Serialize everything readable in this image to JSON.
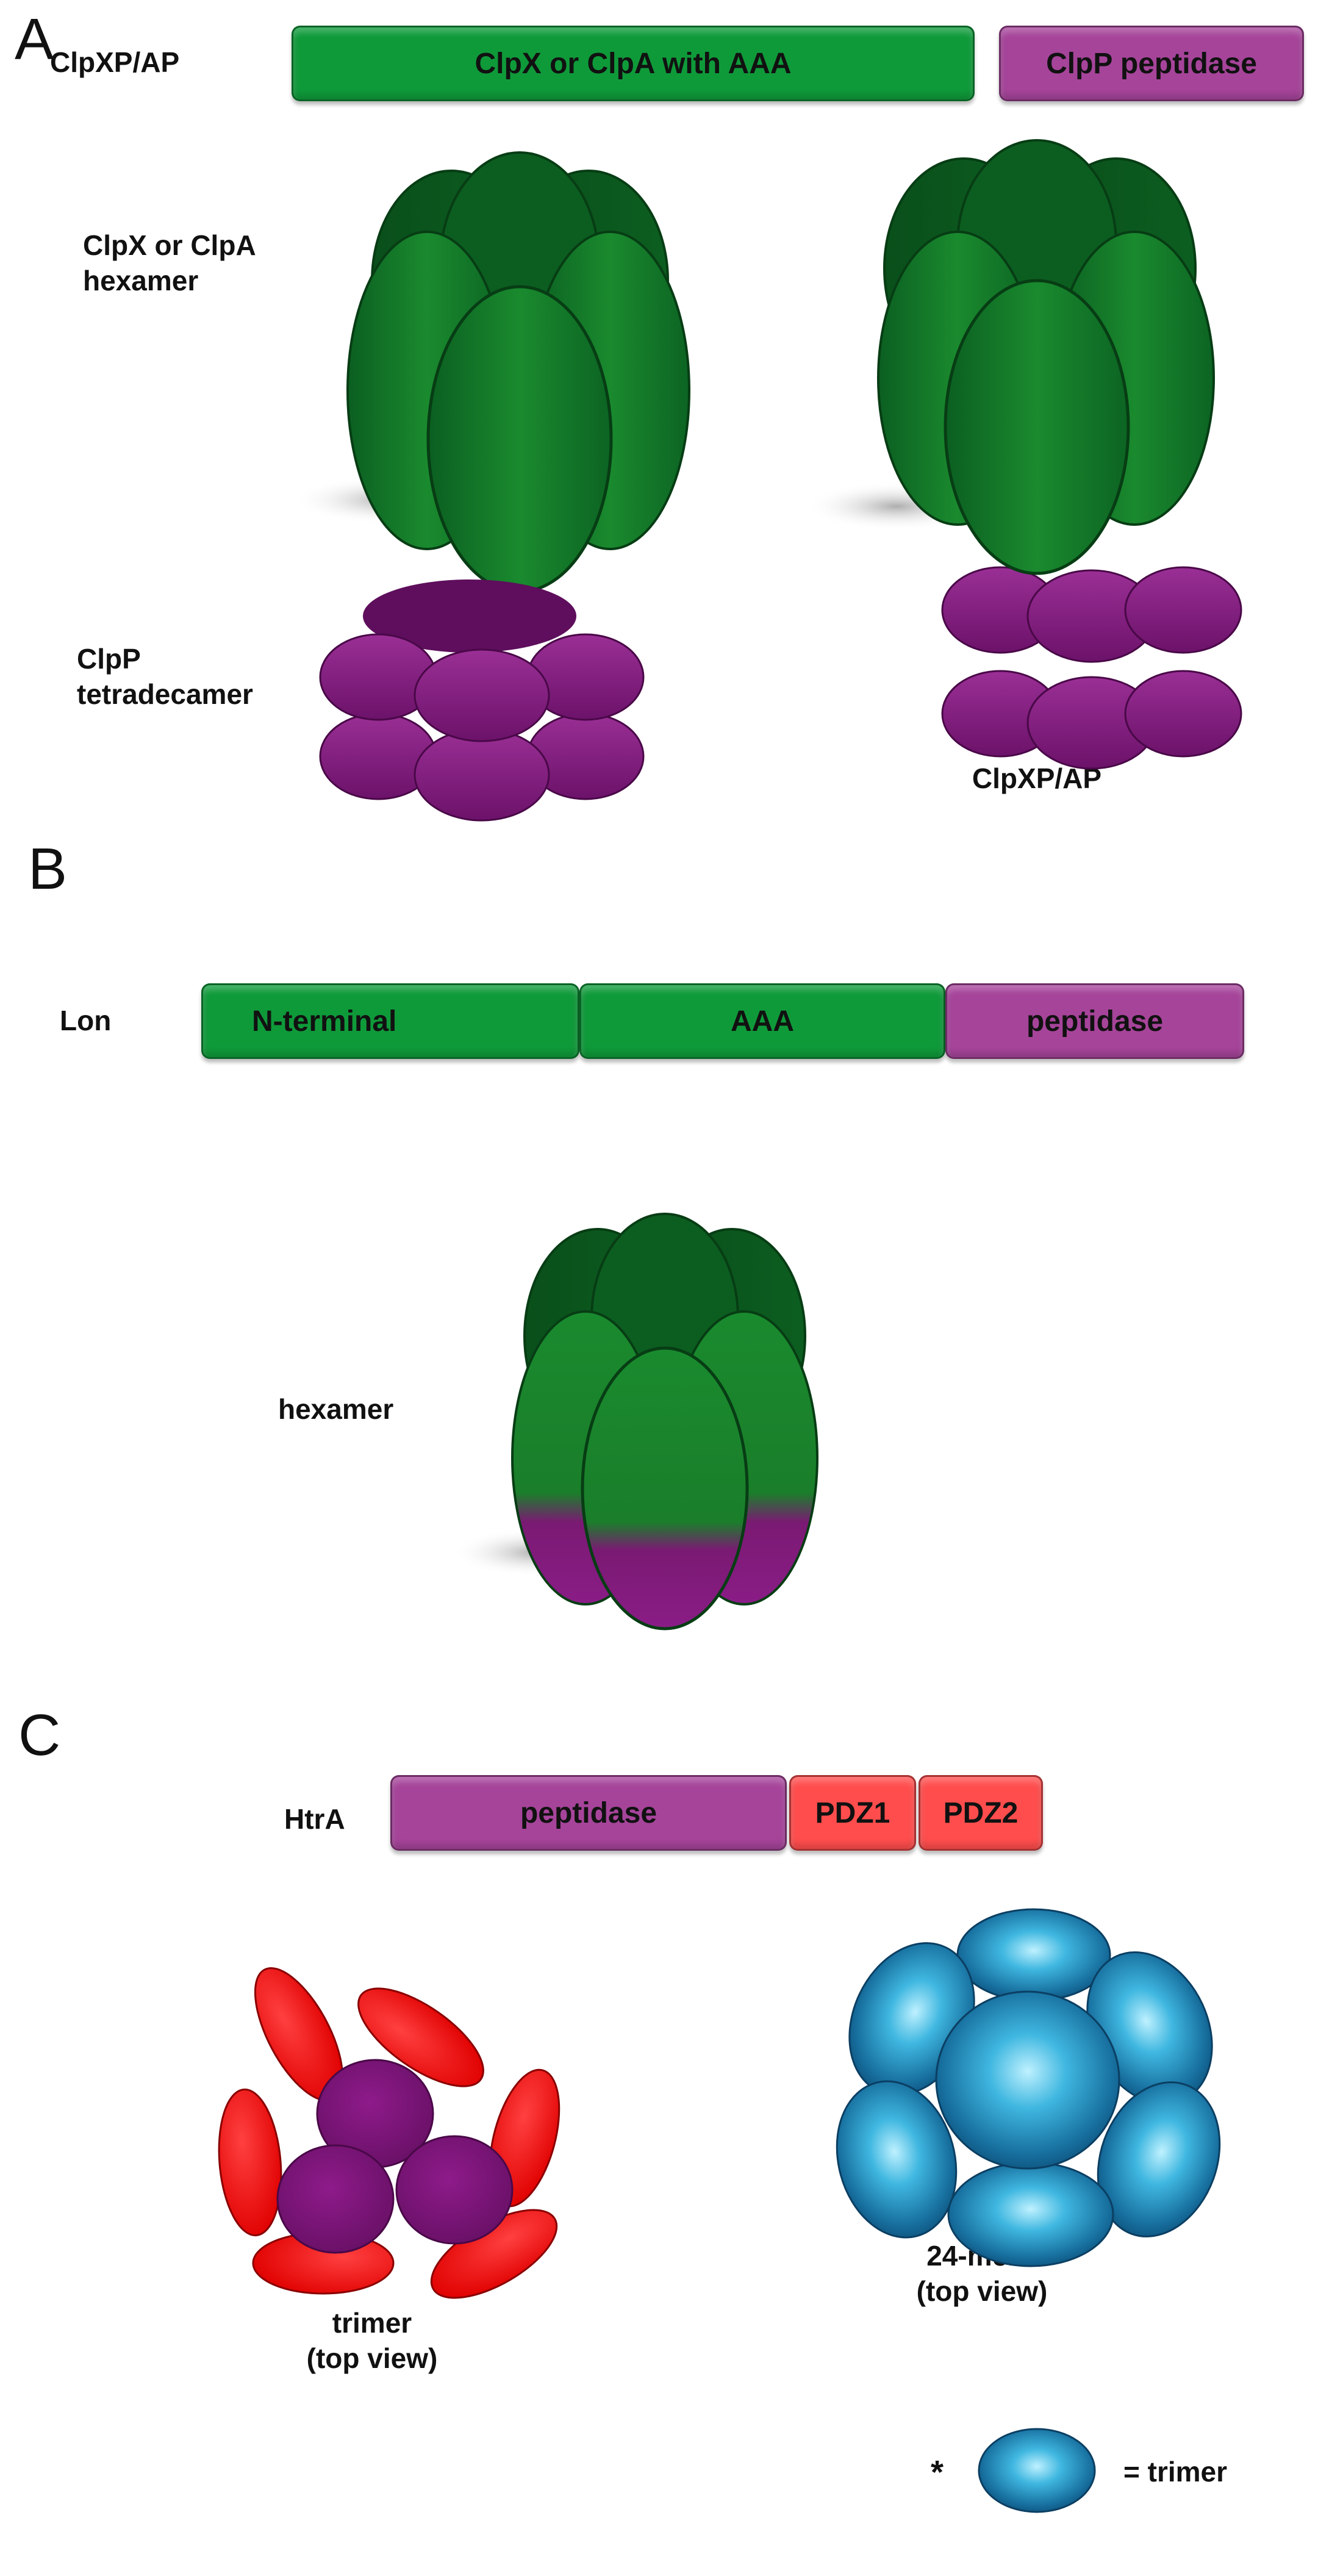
{
  "colors": {
    "green": "#0f9a3a",
    "magenta": "#a6449a",
    "red": "#ff4d4d",
    "blue": "#1a8fc4"
  },
  "panel_a": {
    "letter": "A",
    "bar_label": "ClpXP/AP",
    "domains": [
      "ClpX or ClpA with AAA",
      "ClpP peptidase"
    ],
    "hexamer_label": [
      "ClpX or ClpA",
      "hexamer"
    ],
    "tetradecamer_label": [
      "ClpP",
      "tetradecamer"
    ],
    "complex_label": "ClpXP/AP"
  },
  "panel_b": {
    "letter": "B",
    "bar_label": "Lon",
    "domains": [
      "N-terminal",
      "AAA",
      "peptidase"
    ],
    "hexamer_label": "hexamer"
  },
  "panel_c": {
    "letter": "C",
    "bar_label": "HtrA",
    "domains": [
      "peptidase",
      "PDZ1",
      "PDZ2"
    ],
    "trimer_label": [
      "trimer",
      "(top view)"
    ],
    "mer24_label": [
      "24-mer *",
      "(top view)"
    ],
    "legend_star": "*",
    "legend_text": "= trimer"
  }
}
